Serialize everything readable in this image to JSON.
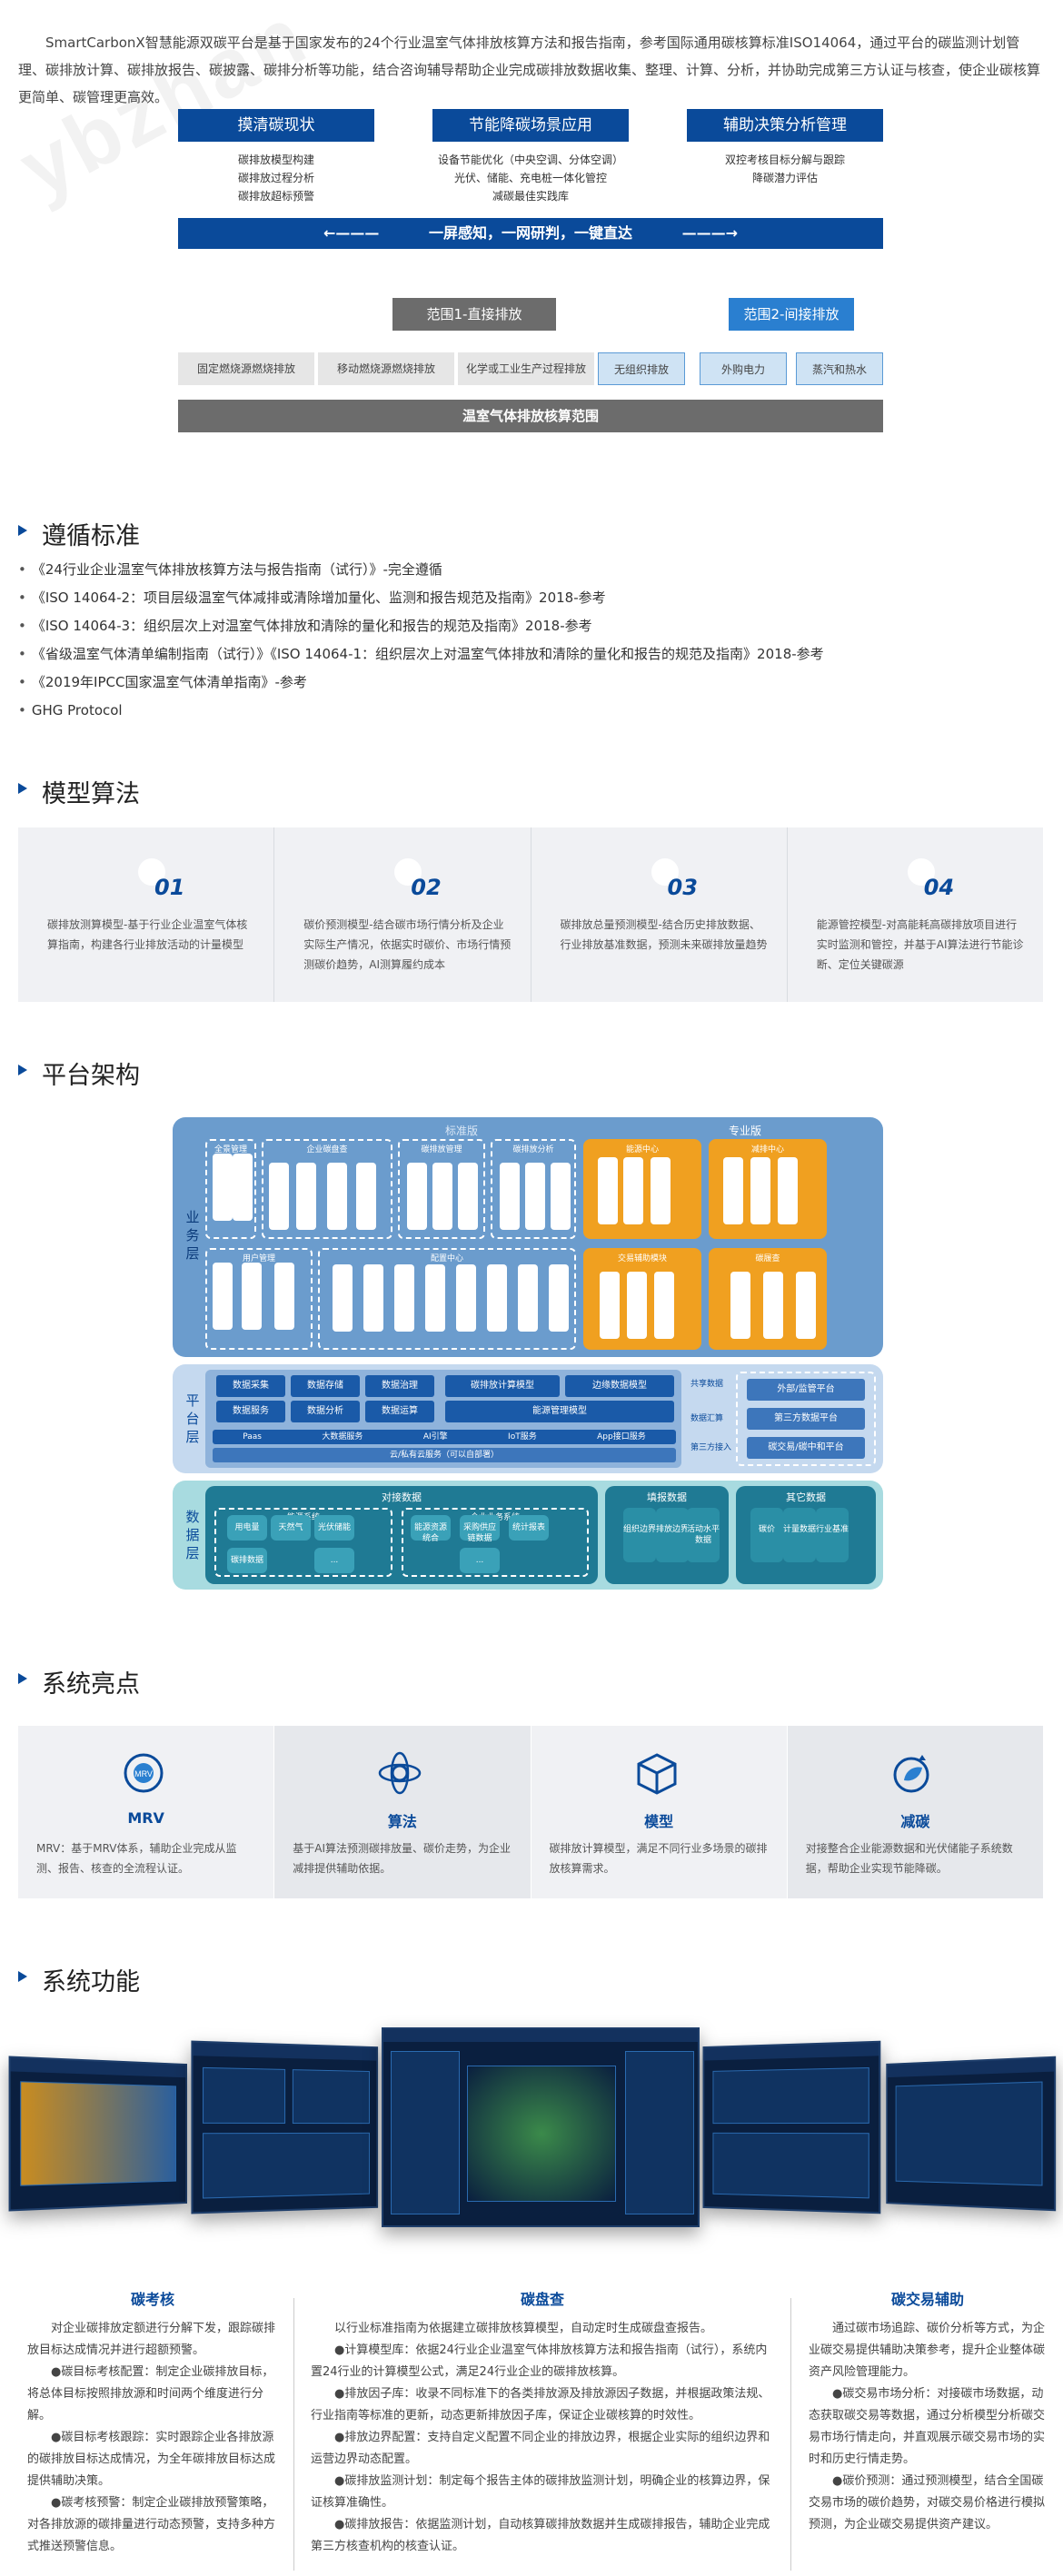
{
  "intro": "SmartCarbonX智慧能源双碳平台是基于国家发布的24个行业温室气体排放核算方法和报告指南，参考国际通用碳核算标准ISO14064，通过平台的碳监测计划管理、碳排放计算、碳排放报告、碳披露、碳排分析等功能，结合咨询辅导帮助企业完成碳排放数据收集、整理、计算、分析，并协助完成第三方认证与核查，使企业碳核算更简单、碳管理更高效。",
  "scope": {
    "boxes": [
      {
        "title": "摸清碳现状",
        "items": [
          "碳排放模型构建",
          "碳排放过程分析",
          "碳排放超标预警"
        ]
      },
      {
        "title": "节能降碳场景应用",
        "items": [
          "设备节能优化（中央空调、分体空调）",
          "光伏、储能、充电桩一体化管控",
          "减碳最佳实践库"
        ]
      },
      {
        "title": "辅助决策分析管理",
        "items": [
          "双控考核目标分解与跟踪",
          "降碳潜力评估"
        ]
      }
    ],
    "slogan": "一屏感知，一网研判，一键直达",
    "range1": "范围1-直接排放",
    "range2": "范围2-间接排放",
    "items": [
      "固定燃烧源燃烧排放",
      "移动燃烧源燃烧排放",
      "化学或工业生产过程排放",
      "无组织排放",
      "外购电力",
      "蒸汽和热水"
    ],
    "footer": "温室气体排放核算范围"
  },
  "sections": {
    "standards": "遵循标准",
    "model": "模型算法",
    "arch": "平台架构",
    "highlights": "系统亮点",
    "functions": "系统功能"
  },
  "standards": [
    "《24行业企业温室气体排放核算方法与报告指南（试行）》-完全遵循",
    "《ISO 14064-2：项目层级温室气体减排或清除增加量化、监测和报告规范及指南》2018-参考",
    "《ISO 14064-3：组织层次上对温室气体排放和清除的量化和报告的规范及指南》2018-参考",
    "《省级温室气体清单编制指南（试行）》《ISO 14064-1：组织层次上对温室气体排放和清除的量化和报告的规范及指南》2018-参考",
    "《2019年IPCC国家温室气体清单指南》-参考",
    "GHG Protocol"
  ],
  "models": [
    {
      "num": "01",
      "text": "碳排放测算模型-基于行业企业温室气体核算指南，构建各行业排放活动的计量模型"
    },
    {
      "num": "02",
      "text": "碳价预测模型-结合碳市场行情分析及企业实际生产情况，依据实时碳价、市场行情预测碳价趋势，AI测算履约成本"
    },
    {
      "num": "03",
      "text": "碳排放总量预测模型-结合历史排放数据、行业排放基准数据，预测未来碳排放量趋势"
    },
    {
      "num": "04",
      "text": "能源管控模型-对高能耗高碳排放项目进行实时监测和管控，并基于AI算法进行节能诊断、定位关键碳源"
    }
  ],
  "arch": {
    "layers": [
      "业务层",
      "平台层",
      "数据层"
    ],
    "biz_std": "标准版",
    "biz_pro": "专业版",
    "groups": [
      "全景管理",
      "企业碳盘查",
      "碳排放管理",
      "碳排放分析",
      "能源中心",
      "减排中心",
      "用户管理",
      "配置中心",
      "交易辅助模块",
      "碳履查"
    ],
    "platform_tags": [
      "数据采集",
      "数据存储",
      "数据治理",
      "数据服务",
      "数据分析",
      "数据运算",
      "碳排放计算模型",
      "边缘数据模型",
      "能源管理模型",
      "共享数据",
      "数据汇算",
      "第三方接入"
    ],
    "platform_bar": [
      "Paas",
      "大数据服务",
      "AI引擎",
      "IoT服务",
      "App接口服务"
    ],
    "platform_foot": "云/私有云服务（可以自部署）",
    "platform_right": [
      "外部/监管平台",
      "第三方数据平台",
      "碳交易/碳中和平台"
    ],
    "data_groups": [
      "对接数据",
      "能源系统",
      "企业业务系统",
      "填报数据",
      "其它数据"
    ],
    "data_items": [
      "用电量",
      "天然气",
      "光伏储能",
      "碳排数据",
      "...",
      "能源资源统合",
      "采购供应链数据",
      "统计报表",
      "...",
      "组织边界",
      "排放边界",
      "活动水平数据",
      "碳价",
      "计量数据",
      "行业基准"
    ]
  },
  "highlights": [
    {
      "icon": "mrv-icon",
      "title": "MRV",
      "desc": "MRV：基于MRV体系，辅助企业完成从监测、报告、核查的全流程认证。"
    },
    {
      "icon": "algorithm-icon",
      "title": "算法",
      "desc": "基于AI算法预测碳排放量、碳价走势，为企业减排提供辅助依据。"
    },
    {
      "icon": "model-cube-icon",
      "title": "模型",
      "desc": "碳排放计算模型，满足不同行业多场景的碳排放核算需求。"
    },
    {
      "icon": "reduce-carbon-icon",
      "title": "减碳",
      "desc": "对接整合企业能源数据和光伏储能子系统数据，帮助企业实现节能降碳。"
    }
  ],
  "functions": [
    {
      "title": "碳考核",
      "paras": [
        "对企业碳排放定额进行分解下发，跟踪碳排放目标达成情况并进行超额预警。",
        "●碳目标考核配置：制定企业碳排放目标，将总体目标按照排放源和时间两个维度进行分解。",
        "●碳目标考核跟踪：实时跟踪企业各排放源的碳排放目标达成情况，为全年碳排放目标达成提供辅助决策。",
        "●碳考核预警：制定企业碳排放预警策略，对各排放源的碳排量进行动态预警，支持多种方式推送预警信息。"
      ]
    },
    {
      "title": "碳盘查",
      "paras": [
        "以行业标准指南为依据建立碳排放核算模型，自动定时生成碳盘查报告。",
        "●计算模型库：依据24行业企业温室气体排放核算方法和报告指南（试行），系统内置24行业的计算模型公式，满足24行业企业的碳排放核算。",
        "●排放因子库：收录不同标准下的各类排放源及排放源因子数据，并根据政策法规、行业指南等标准的更新，动态更新排放因子库，保证企业碳核算的时效性。",
        "●排放边界配置：支持自定义配置不同企业的排放边界，根据企业实际的组织边界和运营边界动态配置。",
        "●碳排放监测计划：制定每个报告主体的碳排放监测计划，明确企业的核算边界，保证核算准确性。",
        "●碳排放报告：依据监测计划，自动核算碳排放数据并生成碳排报告，辅助企业完成第三方核查机构的核查认证。"
      ]
    },
    {
      "title": "碳交易辅助",
      "paras": [
        "通过碳市场追踪、碳价分析等方式，为企业碳交易提供辅助决策参考，提升企业整体碳资产风险管理能力。",
        "●碳交易市场分析：对接碳市场数据，动态获取碳交易等数据，通过分析模型分析碳交易市场行情走向，并直观展示碳交易市场的实时和历史行情走势。",
        "●碳价预测：通过预测模型，结合全国碳交易市场的碳价趋势，对碳交易价格进行模拟预测，为企业碳交易提供资产建议。"
      ]
    }
  ],
  "colors": {
    "primary": "#0a4a9a",
    "orange": "#f0a020",
    "teal": "#2a8fa6"
  }
}
